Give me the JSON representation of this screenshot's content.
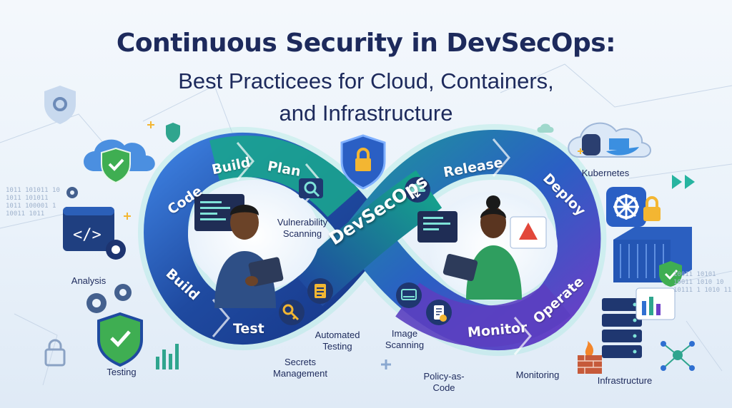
{
  "header": {
    "title": "Continuous Security in DevSecOps:",
    "subtitle_line1": "Best Practicees for Cloud, Containers,",
    "subtitle_line2": "and Infrastructure"
  },
  "loop": {
    "center_label": "DevSecOps",
    "segments": {
      "code": "Code",
      "build_top": "Build",
      "plan": "Plan",
      "release": "Release",
      "deploy": "Deploy",
      "operate": "Operate",
      "monitor": "Monitor",
      "test": "Test",
      "build_left": "Build"
    }
  },
  "practices": {
    "vulnerability_scanning": "Vulnerability Scanning",
    "automated_testing": "Automated Testing",
    "secrets_management": "Secrets Management",
    "image_scanning": "Image Scanning",
    "policy_as_code": "Policy-as-Code",
    "monitoring": "Monitoring"
  },
  "side_labels": {
    "analysis": "Analysis",
    "testing": "Testing",
    "kubernetes": "Kubernetes",
    "infrastructure": "Infrastructure"
  },
  "binary": {
    "left": [
      "1011 101011 10",
      "1011 101011",
      "1011 100001 1",
      "10011 1011"
    ],
    "right": [
      "10011 10101",
      "10011 1010 10",
      "10111 1 1010 11"
    ]
  },
  "colors": {
    "title": "#1d2a5c",
    "loop_dark": "#1e3a8a",
    "loop_blue": "#2f6fd1",
    "loop_teal": "#1aa38f",
    "loop_purple": "#6d3fc8",
    "shield_green": "#3fae52",
    "glow": "#7fe3d8"
  }
}
